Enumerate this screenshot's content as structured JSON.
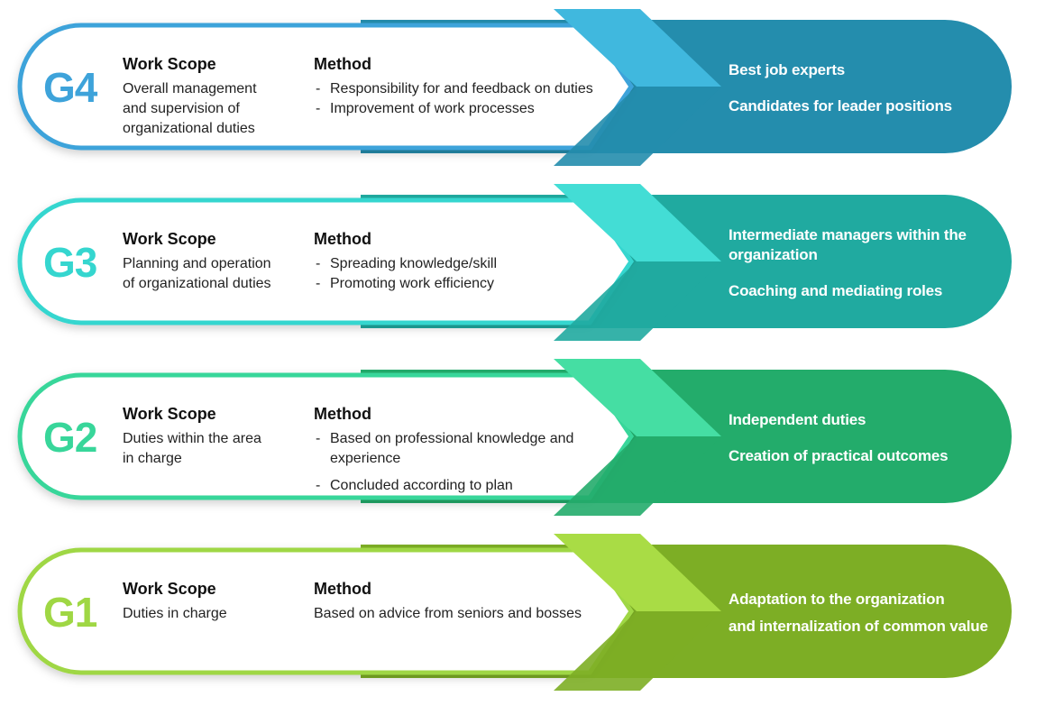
{
  "headings": {
    "work_scope": "Work Scope",
    "method": "Method"
  },
  "colors": {
    "g4_accent": "#3EA3DA",
    "g4_band": "#248DAD",
    "g4_chev": "#40B8DE",
    "g3_accent": "#35D6CF",
    "g3_band": "#20AAA0",
    "g3_chev": "#43DDD5",
    "g2_accent": "#38D69A",
    "g2_band": "#23AC6B",
    "g2_chev": "#45DEA3",
    "g1_accent": "#9FD744",
    "g1_band": "#7DAE25",
    "g1_chev": "#A9DC45"
  },
  "levels": [
    {
      "grade": "G4",
      "work_scope": [
        "Overall management",
        "and supervision of",
        "organizational duties"
      ],
      "method": [
        "Responsibility for and feedback on duties",
        "Improvement of work processes"
      ],
      "outcomes": [
        "Best job experts",
        "Candidates for leader positions"
      ]
    },
    {
      "grade": "G3",
      "work_scope": [
        "Planning and operation",
        "of organizational duties"
      ],
      "method": [
        "Spreading knowledge/skill",
        "Promoting work efficiency"
      ],
      "outcomes": [
        "Intermediate managers within the organization",
        "Coaching and mediating roles"
      ]
    },
    {
      "grade": "G2",
      "work_scope": [
        "Duties within the area",
        "in charge"
      ],
      "method": [
        "Based on professional knowledge and experience",
        "Concluded according to plan"
      ],
      "outcomes": [
        "Independent duties",
        "Creation of practical outcomes"
      ]
    },
    {
      "grade": "G1",
      "work_scope": [
        "Duties in charge"
      ],
      "method": [
        "Based on advice from seniors and bosses"
      ],
      "outcomes": [
        "Adaptation to the organization",
        "and internalization of common value"
      ]
    }
  ]
}
